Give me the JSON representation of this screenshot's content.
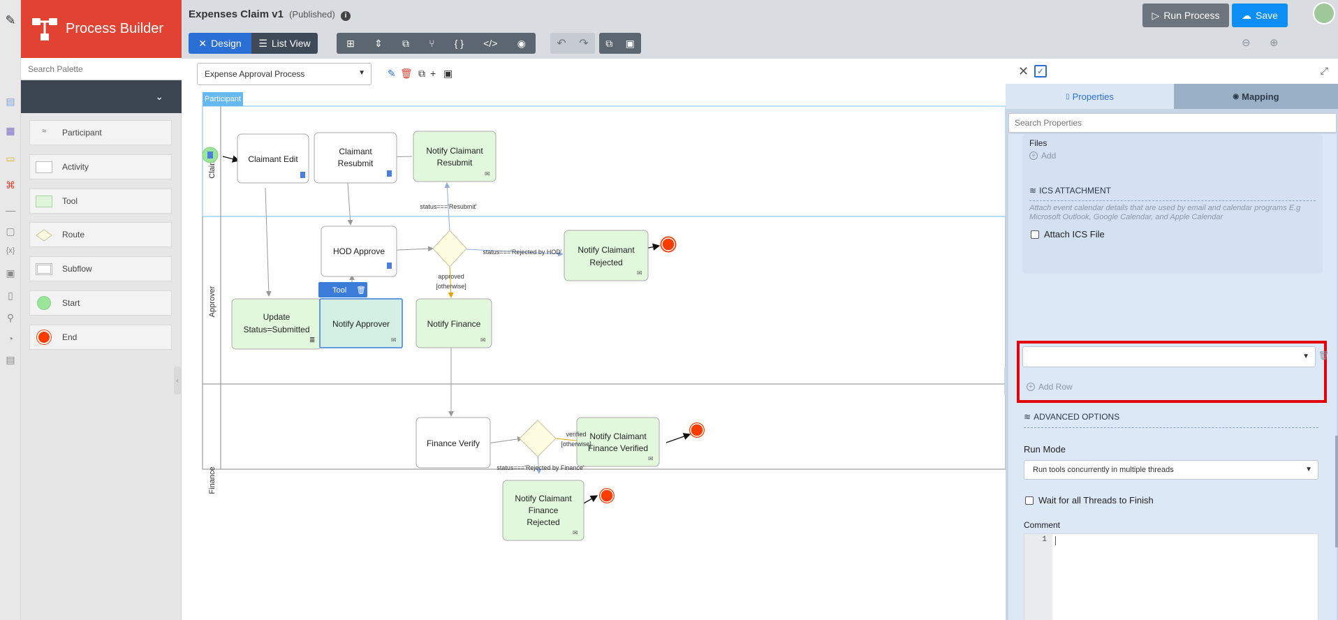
{
  "app": {
    "brand_title": "Process Builder",
    "doc_title": "Expenses Claim v1",
    "doc_status": "(Published)",
    "design_label": "Design",
    "listview_label": "List View",
    "run_label": "Run Process",
    "save_label": "Save"
  },
  "palette": {
    "search_placeholder": "Search Palette",
    "items": [
      {
        "label": "Participant",
        "icon": "participant-icon"
      },
      {
        "label": "Activity",
        "icon": "activity-icon"
      },
      {
        "label": "Tool",
        "icon": "tool-icon"
      },
      {
        "label": "Route",
        "icon": "route-icon"
      },
      {
        "label": "Subflow",
        "icon": "subflow-icon"
      },
      {
        "label": "Start",
        "icon": "start-icon"
      },
      {
        "label": "End",
        "icon": "end-icon"
      }
    ]
  },
  "canvas": {
    "process_select": "Expense Approval Process",
    "participant_tab": "Participant",
    "tool_popup_label": "Tool",
    "lanes": [
      "Claimant",
      "Approver",
      "Finance"
    ],
    "nodes": {
      "claimant_edit": "Claimant Edit",
      "claimant_resubmit_1": "Claimant",
      "claimant_resubmit_2": "Resubmit",
      "notify_resubmit_1": "Notify Claimant",
      "notify_resubmit_2": "Resubmit",
      "hod_approve": "HOD Approve",
      "notify_rejected_1": "Notify Claimant",
      "notify_rejected_2": "Rejected",
      "update_status_1": "Update",
      "update_status_2": "Status=Submitted",
      "notify_approver": "Notify Approver",
      "notify_finance": "Notify Finance",
      "finance_verify": "Finance Verify",
      "notify_verified_1": "Notify Claimant",
      "notify_verified_2": "Finance Verified",
      "notify_fin_rejected_1": "Notify Claimant",
      "notify_fin_rejected_2": "Finance",
      "notify_fin_rejected_3": "Rejected"
    },
    "conditions": {
      "resubmit": "status==='Resubmit'",
      "rejected_hod": "status==='Rejected by HOD'",
      "approved": "approved",
      "otherwise1": "[otherwise]",
      "verified": "verified",
      "otherwise2": "[otherwise]",
      "rejected_finance": "status==='Rejected by Finance'"
    }
  },
  "props": {
    "tab_properties": "Properties",
    "tab_mapping": "Mapping",
    "search_placeholder": "Search Properties",
    "files_label": "Files",
    "add_label": "Add",
    "ics_title": "ICS ATTACHMENT",
    "ics_desc": "Attach event calendar details that are used by email and calendar programs E.g Microsoft Outlook, Google Calendar, and Apple Calendar",
    "attach_ics": "Attach ICS File",
    "add_row": "Add Row",
    "advanced_title": "ADVANCED OPTIONS",
    "run_mode_label": "Run Mode",
    "run_mode_value": "Run tools concurrently in multiple threads",
    "wait_threads": "Wait for all Threads to Finish",
    "comment_label": "Comment",
    "line_number": "1"
  },
  "colors": {
    "brand": "#e24232",
    "accent": "#2a6fd6",
    "save": "#0d8ef5",
    "highlight": "#e3000b",
    "tool_fill": "#e2f8dd",
    "end_fill": "#fa3c00"
  }
}
